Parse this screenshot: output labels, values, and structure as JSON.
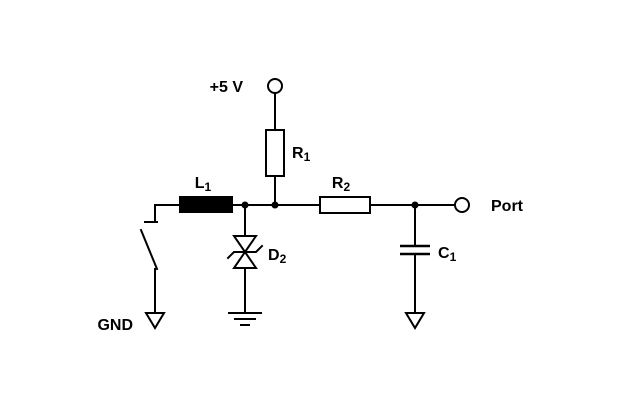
{
  "schematic": {
    "background": "#ffffff",
    "line_color": "#000000",
    "power_label": "+5 V",
    "gnd_label": "GND",
    "port_label": "Port",
    "components": {
      "L1": {
        "prefix": "L",
        "sub": "1",
        "kind": "ferrite-bead-inductor"
      },
      "R1": {
        "prefix": "R",
        "sub": "1",
        "kind": "resistor"
      },
      "R2": {
        "prefix": "R",
        "sub": "2",
        "kind": "resistor"
      },
      "D2": {
        "prefix": "D",
        "sub": "2",
        "kind": "bidirectional-suppressor-diode"
      },
      "C1": {
        "prefix": "C",
        "sub": "1",
        "kind": "capacitor"
      }
    }
  }
}
